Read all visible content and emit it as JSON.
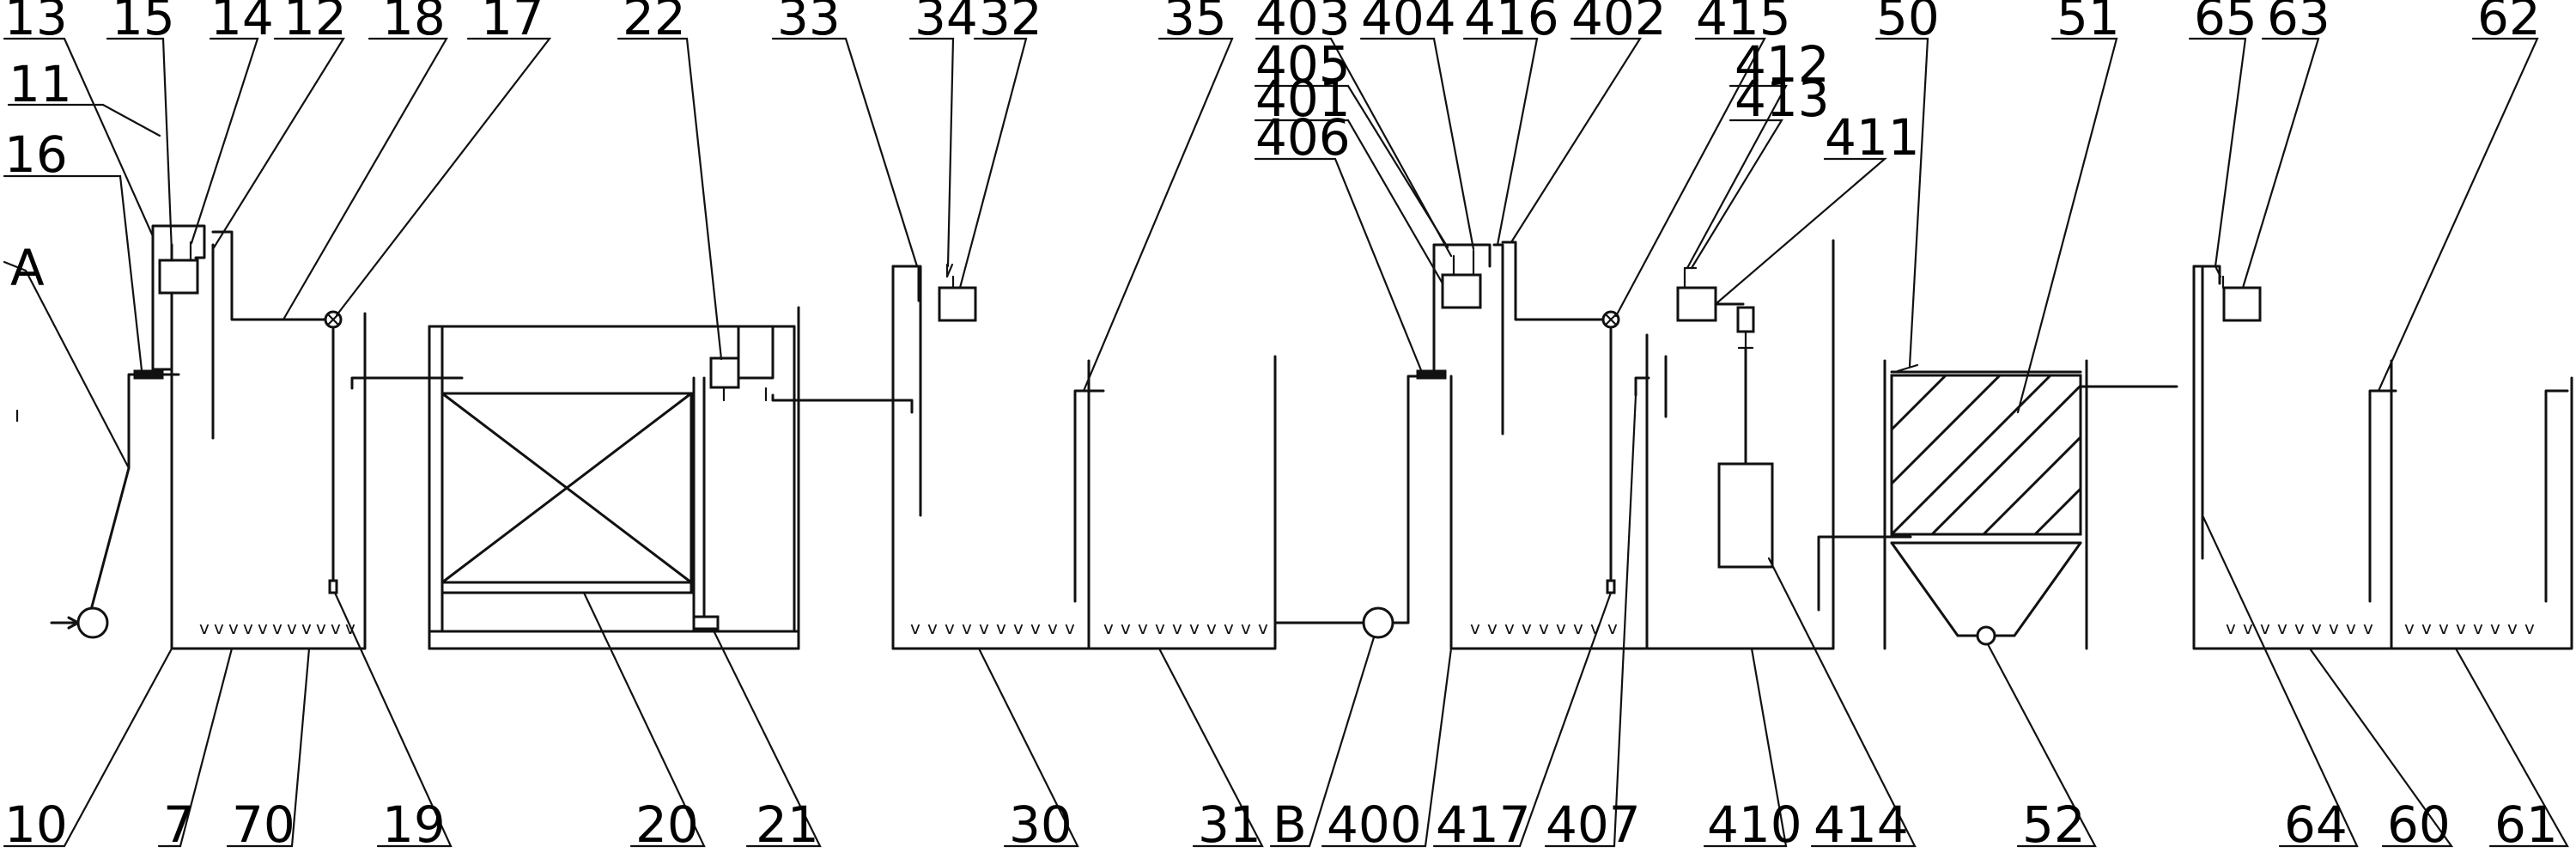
{
  "diagram": {
    "aerator_mark": "v",
    "labels": {
      "l13": "13",
      "l15": "15",
      "l14": "14",
      "l12": "12",
      "l18": "18",
      "l17": "17",
      "l11": "11",
      "l16": "16",
      "lA": "A",
      "l10": "10",
      "l7": "7",
      "l70": "70",
      "l19": "19",
      "l22": "22",
      "l20": "20",
      "l21": "21",
      "l33": "33",
      "l34": "34",
      "l32": "32",
      "l35": "35",
      "l30": "30",
      "l31": "31",
      "lB": "B",
      "l400": "400",
      "l403": "403",
      "l404": "404",
      "l416": "416",
      "l402": "402",
      "l415": "415",
      "l405": "405",
      "l401": "401",
      "l406": "406",
      "l417": "417",
      "l407": "407",
      "l412": "412",
      "l413": "413",
      "l411": "411",
      "l410": "410",
      "l414": "414",
      "l50": "50",
      "l51": "51",
      "l52": "52",
      "l65": "65",
      "l63": "63",
      "l62": "62",
      "l64": "64",
      "l60": "60",
      "l61": "61"
    }
  }
}
